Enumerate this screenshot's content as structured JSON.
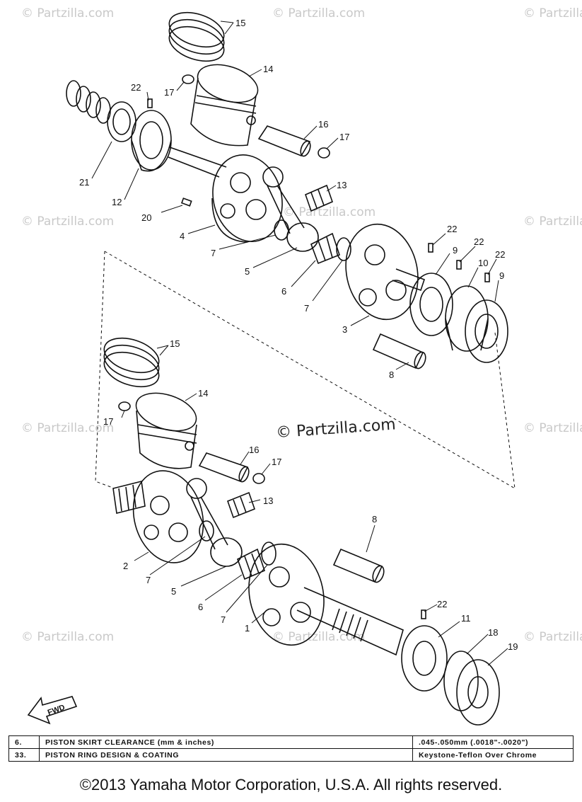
{
  "watermark": "© Partzilla.com",
  "callouts": {
    "c1": "1",
    "c2": "2",
    "c3": "3",
    "c4": "4",
    "c5a": "5",
    "c5b": "5",
    "c6a": "6",
    "c6b": "6",
    "c7a": "7",
    "c7b": "7",
    "c7c": "7",
    "c7d": "7",
    "c8a": "8",
    "c8b": "8",
    "c9a": "9",
    "c9b": "9",
    "c10": "10",
    "c11": "11",
    "c12": "12",
    "c13a": "13",
    "c13b": "13",
    "c14a": "14",
    "c14b": "14",
    "c15a": "15",
    "c15b": "15",
    "c16a": "16",
    "c16b": "16",
    "c17a": "17",
    "c17b": "17",
    "c17c": "17",
    "c17d": "17",
    "c18": "18",
    "c19": "19",
    "c20": "20",
    "c21": "21",
    "c22a": "22",
    "c22b": "22",
    "c22c": "22",
    "c22d": "22",
    "c22e": "22"
  },
  "fwd_label": "FWD",
  "specs": [
    {
      "num": "6.",
      "label": "PISTON SKIRT CLEARANCE (mm & inches)",
      "value": ".045-.050mm (.0018\"-.0020\")"
    },
    {
      "num": "33.",
      "label": "PISTON RING DESIGN & COATING",
      "value": "Keystone-Teflon Over Chrome"
    }
  ],
  "copyright": "©2013  Yamaha Motor Corporation, U.S.A. All rights reserved."
}
